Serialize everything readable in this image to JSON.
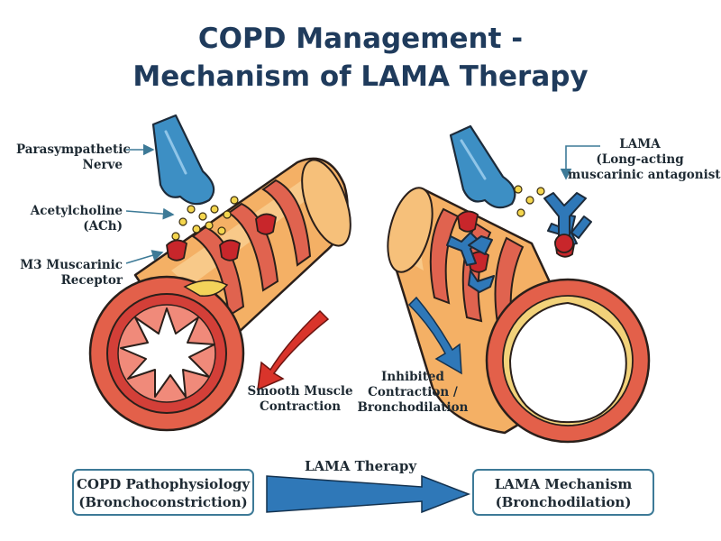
{
  "title": {
    "line1": "COPD Management -",
    "line2": "Mechanism of LAMA Therapy"
  },
  "labels": {
    "parasympathetic_line1": "Parasympathetic",
    "parasympathetic_line2": "Nerve",
    "ach_line1": "Acetylcholine",
    "ach_line2": "(ACh)",
    "m3_line1": "M3 Muscarinic",
    "m3_line2": "Receptor",
    "contraction_line1": "Smooth Muscle",
    "contraction_line2": "Contraction",
    "lama_line1": "LAMA",
    "lama_line2": "(Long-acting",
    "lama_line3": "muscarinic antagonist)",
    "inhibited_line1": "Inhibited",
    "inhibited_line2": "Contraction /",
    "inhibited_line3": "Bronchodilation"
  },
  "flow": {
    "left_box_line1": "COPD Pathophysiology",
    "left_box_line2": "(Bronchoconstriction)",
    "arrow_label": "LAMA Therapy",
    "right_box_line1": "LAMA Mechanism",
    "right_box_line2": "(Bronchodilation)"
  },
  "colors": {
    "title": "#1f3b5c",
    "airway_orange": "#f6b866",
    "airway_red": "#e0634f",
    "inflamed": "#d9403a",
    "nerve_blue": "#3d8fc4",
    "lama_blue": "#2f78b8",
    "ach_yellow": "#f4d64e",
    "contraction_arrow": "#d9342b",
    "dilation_arrow": "#2f78b8"
  }
}
